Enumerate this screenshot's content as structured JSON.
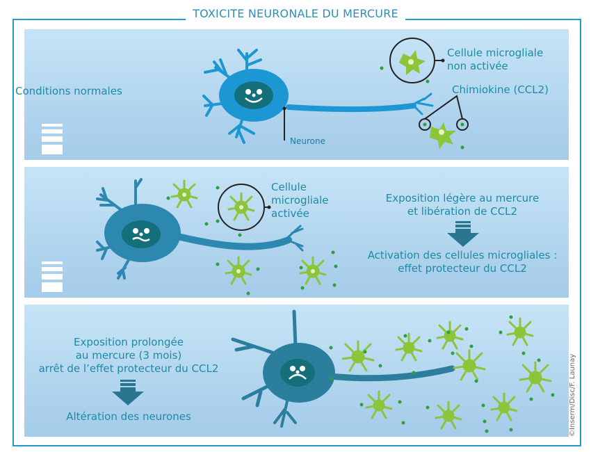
{
  "title": "TOXICITE NEURONALE DU MERCURE",
  "colors": {
    "frame": "#1f9ad6",
    "text": "#1e8aa4",
    "neuron_normal": "#1c97d4",
    "neuron_affected": "#2c7f9c",
    "nucleus": "#146f7a",
    "microglia": "#8cc43a",
    "chemokine": "#2f9e3e",
    "arrow_dark": "#2a7690"
  },
  "panels": [
    {
      "id": "normal",
      "label": "Conditions normales",
      "neuron_mood": "happy",
      "callouts": {
        "neuron": "Neurone",
        "microglia": [
          "Cellule microgliale",
          "non activée"
        ],
        "chemokine": "Chimiokine (CCL2)"
      }
    },
    {
      "id": "light-exposure",
      "neuron_mood": "worried",
      "callouts": {
        "microglia": [
          "Cellule",
          "microgliale",
          "activée"
        ]
      },
      "cause": [
        "Exposition légère au mercure",
        "et libération de CCL2"
      ],
      "effect": [
        "Activation des cellules microgliales :",
        "effet protecteur du CCL2"
      ]
    },
    {
      "id": "prolonged-exposure",
      "neuron_mood": "sad",
      "cause": [
        "Exposition prolongée",
        "au mercure (3 mois)",
        "arrêt de l’effet protecteur du CCL2"
      ],
      "effect": [
        "Altération des neurones"
      ]
    }
  ],
  "credit": "©Inserm/Disc/F. Launay"
}
